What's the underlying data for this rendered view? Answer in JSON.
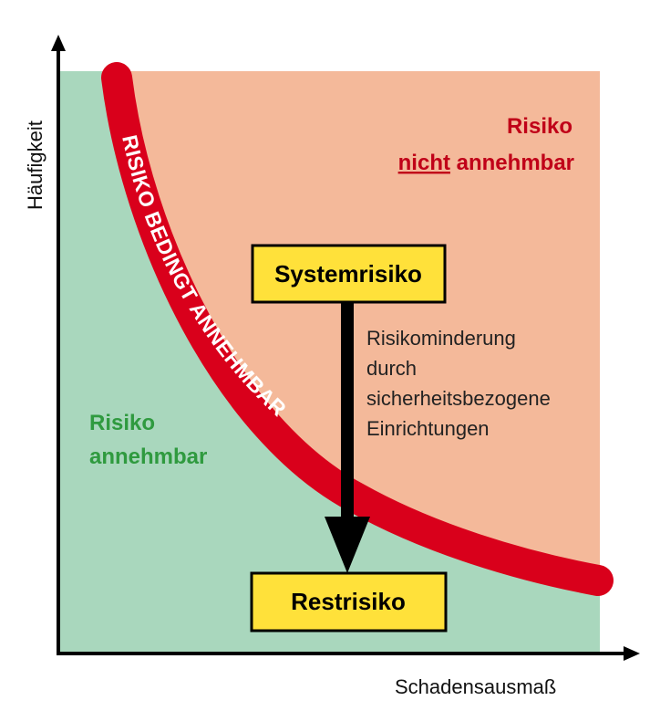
{
  "axes": {
    "y_label": "Häufigkeit",
    "x_label": "Schadensausmaß"
  },
  "zones": {
    "acceptable": {
      "line1": "Risiko",
      "line2": "annehmbar"
    },
    "not_acceptable": {
      "line1": "Risiko",
      "line2_underlined": "nicht",
      "line2_rest": " annehmbar"
    },
    "conditional": {
      "label": "RISIKO BEDINGT ANNEHMBAR"
    }
  },
  "boxes": {
    "system": "Systemrisiko",
    "residual": "Restrisiko"
  },
  "arrow_note": {
    "lines": [
      "Risikominderung",
      "durch",
      "sicherheitsbezogene",
      "Einrichtungen"
    ]
  },
  "colors": {
    "green_zone": "#a9d7bd",
    "red_zone": "#f4b99a",
    "band": "#d9001b",
    "box_fill": "#ffe13a",
    "box_border": "#000000",
    "green_text": "#2f9a3f",
    "red_text": "#c00018"
  }
}
